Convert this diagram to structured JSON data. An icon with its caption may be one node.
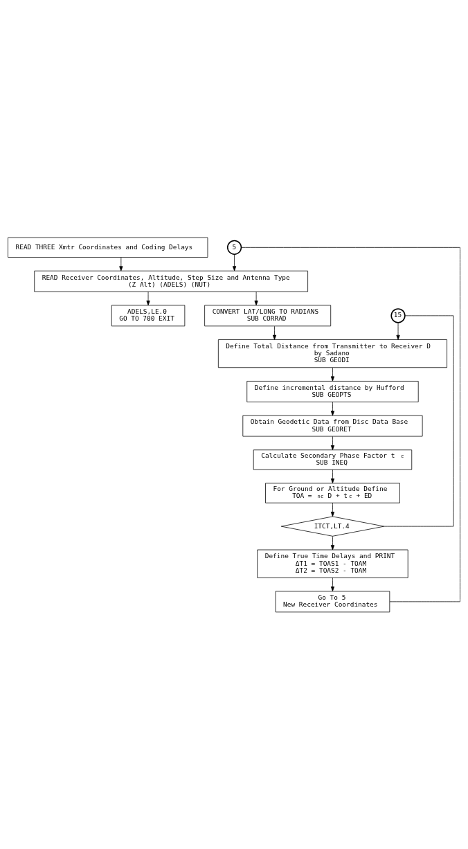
{
  "diagram": {
    "nodes": [
      {
        "text": [
          "READ THREE Xmtr Coordinates and Coding Delays"
        ]
      },
      {
        "text": [
          "5"
        ]
      },
      {
        "text": [
          "READ Receiver Coordinates, Altitude, Step Size and Antenna Type",
          "(Z Alt) (ADELS) (NUT)"
        ]
      },
      {
        "text": [
          "ADELS,LE.0",
          "GO TO 700 EXIT"
        ]
      },
      {
        "text": [
          "CONVERT LAT/LONG TO RADIANS",
          "SUB CORRAD"
        ]
      },
      {
        "text": [
          "15"
        ]
      },
      {
        "text": [
          "Define Total Distance from Transmitter to Receiver D",
          "by Sadano",
          "SUB GEODI"
        ]
      },
      {
        "text": [
          "Define incremental distance by Hufford",
          "SUB GEOPTS"
        ]
      },
      {
        "text": [
          "Obtain Geodetic Data from Disc Data Base",
          "SUB GEORET"
        ]
      },
      {
        "text": [
          "Calculate Secondary Phase Factor t$_{c}$",
          "SUB INEQ"
        ]
      },
      {
        "text": [
          "For Ground or Altitude Define",
          "TOA = $^{n}$$_{c}$ D + t$_{c}$ + ED"
        ]
      },
      {
        "text": [
          "ITCT,LT.4"
        ]
      },
      {
        "text": [
          "Define True Time Delays and PRINT",
          "ΔT1 = TOAS1 - TOAM",
          "ΔT2 = TOAS2 - TOAM"
        ]
      },
      {
        "text": [
          "Go To 5",
          "New Receiver Coordinates"
        ]
      }
    ],
    "edges": [
      {
        "from": 0,
        "to": 2,
        "arrow": "to"
      },
      {
        "from": 1,
        "to": 2,
        "arrow": "to"
      },
      {
        "from": 2,
        "to": 3,
        "arrow": "to"
      },
      {
        "from": 2,
        "to": 4,
        "arrow": "to"
      },
      {
        "from": 4,
        "to": 6,
        "arrow": "to"
      },
      {
        "from": 5,
        "to": 6,
        "arrow": "to"
      },
      {
        "from": 6,
        "to": 7,
        "arrow": "to"
      },
      {
        "from": 7,
        "to": 8,
        "arrow": "to"
      },
      {
        "from": 8,
        "to": 9,
        "arrow": "to"
      },
      {
        "from": 9,
        "to": 10,
        "arrow": "to"
      },
      {
        "from": 10,
        "to": 11,
        "arrow": "to"
      },
      {
        "from": 11,
        "to": 12,
        "arrow": "to"
      },
      {
        "from": 12,
        "to": 13,
        "arrow": "to"
      },
      {
        "from": 11,
        "to": 5,
        "arrow": "none"
      },
      {
        "from": 13,
        "to": 1,
        "arrow": "none"
      }
    ]
  }
}
